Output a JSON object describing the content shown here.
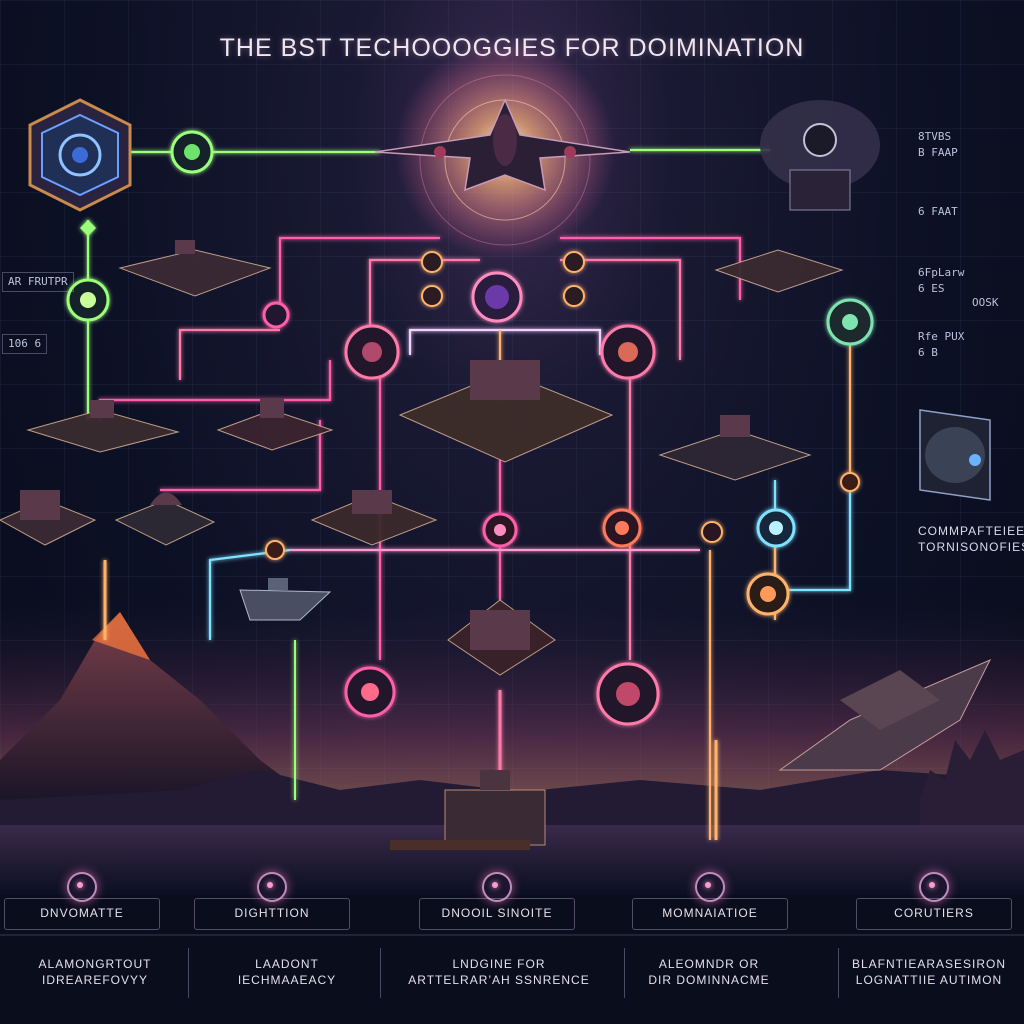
{
  "title": "THE BST TECHOOOGGIES FOR DOIMINATION",
  "left_labels": [
    "AR FRUTPR",
    "106 6"
  ],
  "right_labels": [
    "8TVBS",
    "B FAAP",
    "6 FAAT",
    "6FpLarw",
    "6 ES",
    "Rfe PUX",
    "6 B"
  ],
  "right_note": {
    "line1": "COMMPAFTEIEES",
    "line2": "TORNISONOFIES"
  },
  "side_tag": "OOSK",
  "categories": [
    {
      "label": "DNVOMATTE"
    },
    {
      "label": "DIGHTTION"
    },
    {
      "label": "DNOOIL SINOITE"
    },
    {
      "label": "MOMNAIATIOE"
    },
    {
      "label": "CORUTIERS"
    }
  ],
  "descriptions": [
    {
      "line1": "ALAMONGRTOUT",
      "line2": "IDREAREFOVYY"
    },
    {
      "line1": "LAADONT",
      "line2": "IECHMAAEACY"
    },
    {
      "line1": "LNDGINE FOR",
      "line2": "ARTTELRAR’AH SSNRENCE"
    },
    {
      "line1": "ALEOMNDR OR",
      "line2": "DIR DOMINNACME"
    },
    {
      "line1": "BLAFNTIEARASESIRON",
      "line2": "LOGNATTIIE AUTIMON"
    }
  ],
  "colors": {
    "pink": "#ff5fa8",
    "green": "#9cff7a",
    "orange": "#ffb36b",
    "cyan": "#7fe3ff",
    "bg": "#0a0d1c"
  }
}
